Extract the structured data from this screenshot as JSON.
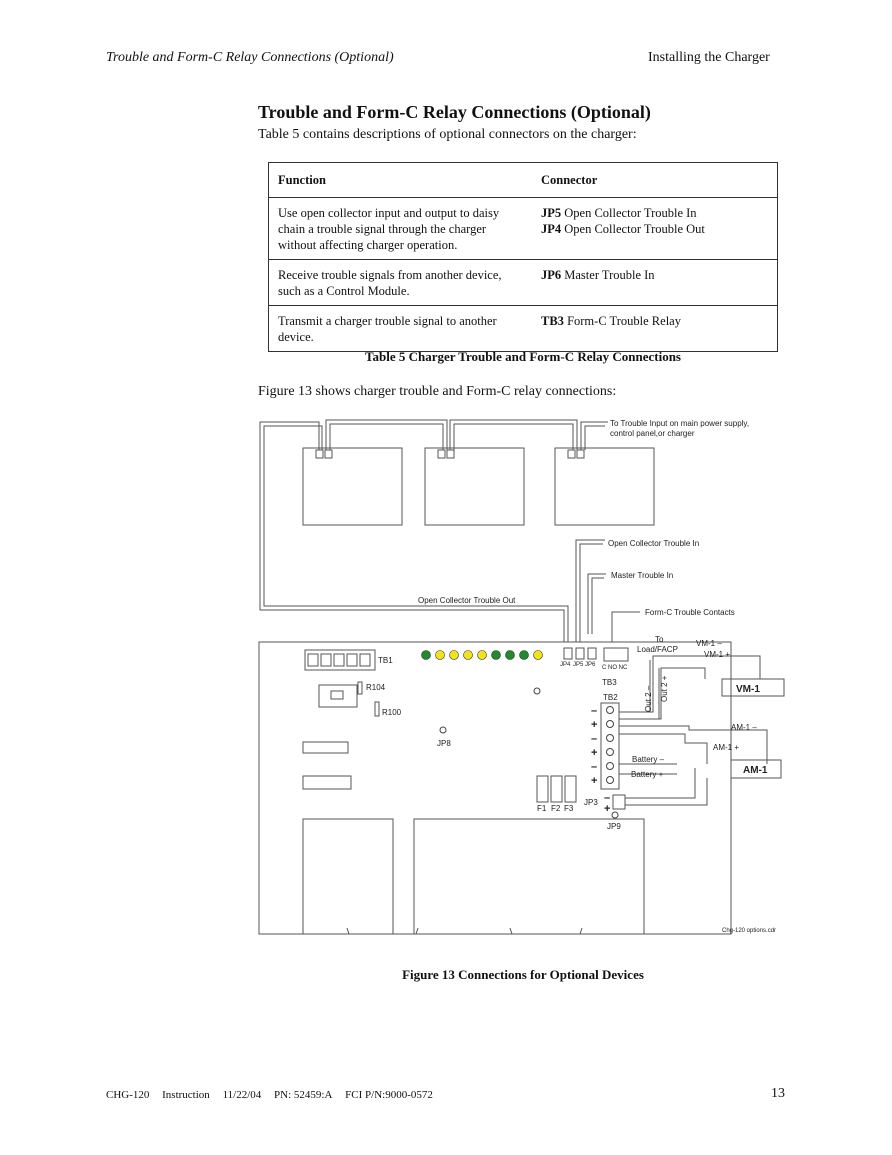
{
  "header": {
    "section": "Trouble and Form-C Relay Connections (Optional)",
    "chapter": "Installing the Charger"
  },
  "section_title": "Trouble and Form-C Relay Connections (Optional)",
  "intro": "Table 5 contains descriptions of optional connectors on the charger:",
  "table": {
    "headers": [
      "Function",
      "Connector"
    ],
    "rows": [
      {
        "function": "Use open collector input and output to daisy chain a trouble signal through the charger without affecting charger operation.",
        "c1_id": "JP5",
        "c1_text": " Open Collector Trouble In",
        "c2_id": "JP4",
        "c2_text": " Open Collector Trouble Out"
      },
      {
        "function": "Receive trouble signals from another device, such as a Control Module.",
        "c1_id": "JP6",
        "c1_text": " Master Trouble In"
      },
      {
        "function": "Transmit a charger trouble signal to another device.",
        "c1_id": "TB3",
        "c1_text": " Form-C Trouble Relay"
      }
    ],
    "caption": "Table 5 Charger Trouble and Form-C Relay Connections"
  },
  "figure_intro": "Figure 13 shows charger trouble and Form-C relay connections:",
  "figure": {
    "labels": {
      "to_trouble_1": "To Trouble Input on main power supply,",
      "to_trouble_2": "control panel,or charger",
      "oc_trouble_in": "Open Collector Trouble In",
      "master_trouble_in": "Master Trouble In",
      "oc_trouble_out": "Open Collector Trouble Out",
      "formc_contacts": "Form-C Trouble Contacts",
      "to_load_1": "To",
      "to_load_2": "Load/FACP",
      "vm1_minus": "VM-1 –",
      "vm1_plus": "VM-1 +",
      "vm1": "VM-1",
      "am1_minus": "AM-1 –",
      "am1_plus": "AM-1 +",
      "am1": "AM-1",
      "tb1": "TB1",
      "r104": "R104",
      "r100": "R100",
      "jp8": "JP8",
      "jp4": "JP4",
      "jp5": "JP5",
      "jp6": "JP6",
      "c_no_nc": "C NO NC",
      "tb3": "TB3",
      "tb2": "TB2",
      "out2_minus": "Out 2 –",
      "out2_plus": "Out 2 +",
      "battery_minus": "Battery –",
      "battery_plus": "Battery +",
      "f1": "F1",
      "f2": "F2",
      "f3": "F3",
      "jp3": "JP3",
      "jp9": "JP9",
      "file": "Chg-120 options.cdr"
    },
    "colors": {
      "led_green": "#1f8a2e",
      "led_yellow": "#f2e21a"
    }
  },
  "figure_caption": "Figure 13 Connections for Optional Devices",
  "footer": {
    "doc": "CHG-120",
    "type": "Instruction",
    "date": "11/22/04",
    "pn": "PN: 52459:A",
    "fci": "FCI P/N:9000-0572",
    "page": "13"
  }
}
